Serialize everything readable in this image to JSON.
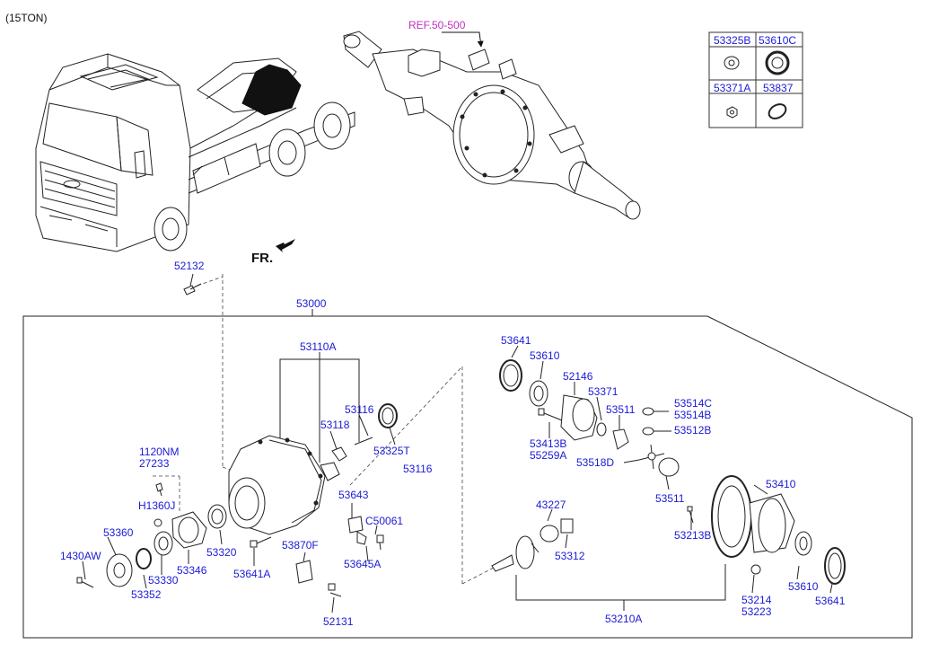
{
  "header": {
    "model": "(15TON)"
  },
  "ref_label": "REF.50-500",
  "direction_label": "FR.",
  "legend": {
    "cells": [
      {
        "code": "53325B",
        "icon": "washer-icon"
      },
      {
        "code": "53610C",
        "icon": "seal-ring-icon"
      },
      {
        "code": "53371A",
        "icon": "nut-icon"
      },
      {
        "code": "53837",
        "icon": "oval-gasket-icon"
      }
    ]
  },
  "parts": {
    "p52132": "52132",
    "p53000": "53000",
    "p53110A": "53110A",
    "p53116a": "53116",
    "p53118": "53118",
    "p53325T": "53325T",
    "p53116b": "53116",
    "p1120NM": "1120NM",
    "p27233": "27233",
    "pH1360J": "H1360J",
    "p53360": "53360",
    "p1430AW": "1430AW",
    "p53330": "53330",
    "p53352": "53352",
    "p53346": "53346",
    "p53320": "53320",
    "p53641A": "53641A",
    "p53643": "53643",
    "pC50061": "C50061",
    "p53870F": "53870F",
    "p53645A": "53645A",
    "p52131": "52131",
    "p53641a": "53641",
    "p53610a": "53610",
    "p52146": "52146",
    "p53371": "53371",
    "p53511a": "53511",
    "p53514C": "53514C",
    "p53514B": "53514B",
    "p53512B": "53512B",
    "p53413B": "53413B",
    "p55259A": "55259A",
    "p53518D": "53518D",
    "p53511b": "53511",
    "p43227": "43227",
    "p53312": "53312",
    "p53410": "53410",
    "p53213B": "53213B",
    "p53214": "53214",
    "p53223": "53223",
    "p53610b": "53610",
    "p53641b": "53641",
    "p53210A": "53210A"
  }
}
